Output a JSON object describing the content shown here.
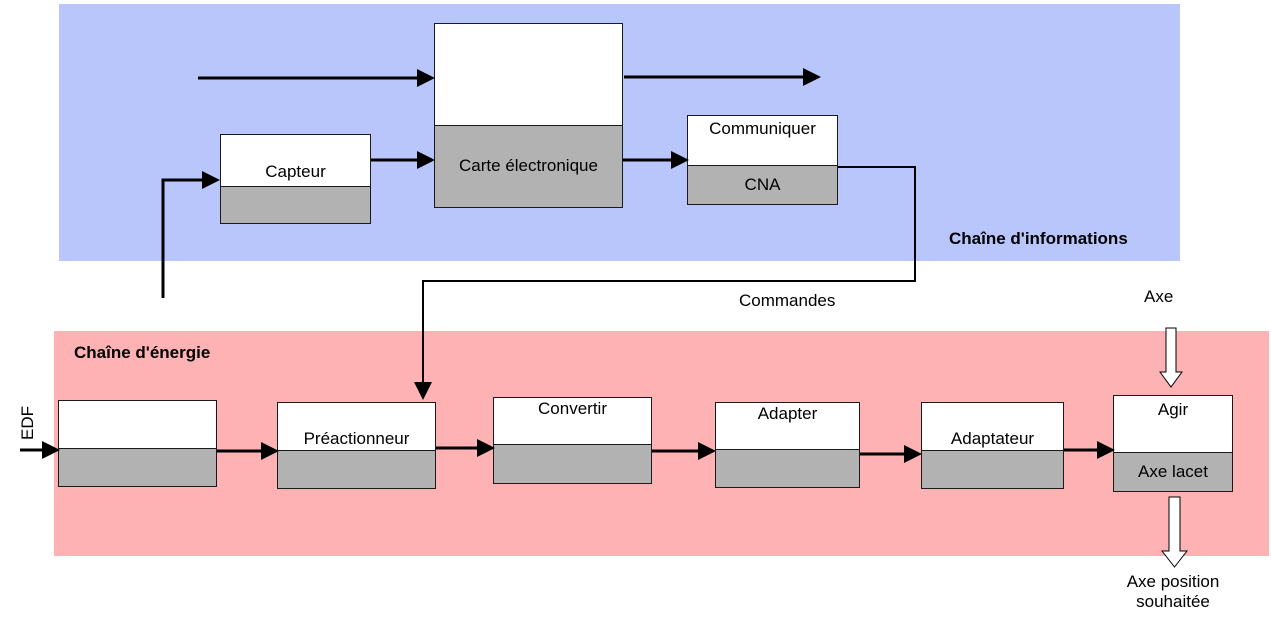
{
  "information_chain": {
    "title": "Chaîne d'informations",
    "blocks": {
      "acquire": {
        "function": "",
        "component": ""
      },
      "capteur": {
        "function": "Capteur",
        "component": ""
      },
      "carte": {
        "function": "",
        "component": "Carte électronique"
      },
      "communiquer": {
        "function": "Communiquer",
        "component": "CNA"
      }
    },
    "commands_label": "Commandes"
  },
  "energy_chain": {
    "title": "Chaîne d'énergie",
    "input_label": "EDF",
    "blocks": {
      "alimenter": {
        "function": "",
        "component": ""
      },
      "distribuer": {
        "function": "Préactionneur",
        "component": ""
      },
      "convertir": {
        "function": "Convertir",
        "component": ""
      },
      "adapter": {
        "function": "Adapter",
        "component": ""
      },
      "transmettre": {
        "function": "Adaptateur",
        "component": ""
      },
      "agir": {
        "function": "Agir",
        "component": "Axe lacet"
      }
    },
    "matter_in_label": "Axe",
    "matter_out_label": "Axe position\nsouhaitée"
  }
}
